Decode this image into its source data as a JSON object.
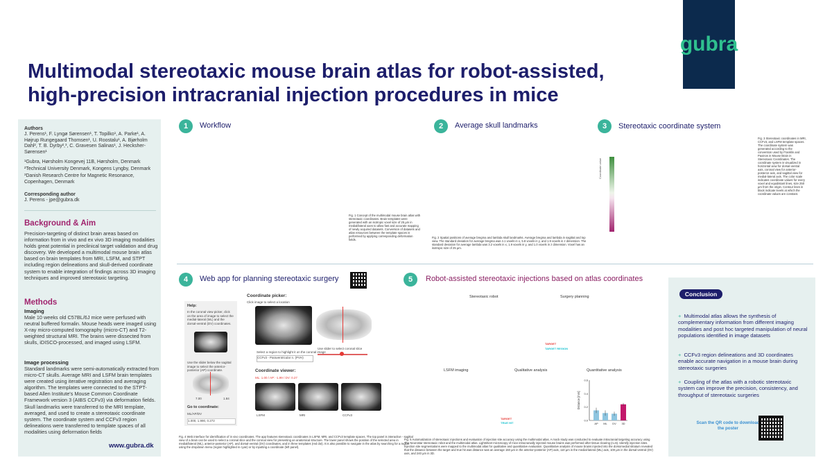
{
  "logo": {
    "text": "gubra"
  },
  "title": {
    "line1": "Multimodal stereotaxic mouse brain atlas for robot-assisted,",
    "line2": "high-precision intracranial injection procedures in mice"
  },
  "authors": {
    "heading": "Authors",
    "names": "J. Perens¹, F. Lyngø Sørensen¹, T. Topilko¹, A. Parke¹, A. Højrup Rungegaard Thomsen¹, U. Roostalu¹, A. Bjørholm Dahl², T. B. Dyrby²,³, C. Gravesen Salinas¹, J. Hecksher-Sørensen¹",
    "aff1": "¹Gubra, Hørsholm Kongevej 11B, Hørsholm, Denmark",
    "aff2": "²Technical University Denmark, Kongens Lyngby, Denmark",
    "aff3": "³Danish Research Centre for Magnetic Resonance, Copenhagen, Denmark",
    "corr_heading": "Corresponding author",
    "corr": "J. Perens - jpe@gubra.dk"
  },
  "background": {
    "heading": "Background & Aim",
    "text": "Precision-targeting of distinct brain areas based on information from in vivo and ex vivo 3D imaging modalities holds great potential in preclinical target validation and drug discovery. We developed a multimodal mouse brain atlas based on brain templates from MRI, LSFM, and STPT including region delineations and skull-derived coordinate system to enable integration of findings across 3D imaging techniques and improved stereotaxic targeting."
  },
  "methods": {
    "heading": "Methods",
    "imaging_heading": "Imaging",
    "imaging_text": "Male 10 weeks old C57BL/6J mice were perfused with neutral buffered formalin. Mouse heads were imaged using X-ray micro-computed tomography (micro-CT) and T2-weighted structural MRI. The brains were dissected from skulls, iDISCO-processed, and imaged using LSFM.",
    "processing_heading": "Image processing",
    "processing_text": "Standard landmarks were semi-automatically extracted from micro-CT skulls. Average MRI and LSFM brain templates were created using iterative registration and averaging algorithm. The templates were connected to the STPT-based Allen Institute's Mouse Common Coordinate Framework version 3 (AIBS CCFv3) via deformation fields. Skull landmarks were transferred to the MRI template, averaged, and used to create a stereotaxic coordinate system. The coordinate system and CCFv3 region delineations were transferred to template spaces of all modalities using deformation fields"
  },
  "website": "www.gubra.dk",
  "sections": {
    "s1": {
      "num": "1",
      "title": "Workflow",
      "caption": "Fig. 1 Concept of the multimodal mouse brain atlas with stereotaxic coordinates. Brain templates were generated with an isotropic voxel size of 25 µm in medial/lateral axes to allow fast and accurate mapping of newly acquired datasets. Conversion of datasets and atlas resources between the template spaces is performed by applying corresponding deformation fields."
    },
    "s2": {
      "num": "2",
      "title": "Average skull landmarks",
      "caption": "Fig. 2 Spatial positions of average bregma and lambda skull landmarks. Average bregma and lambda in sagittal and top view. The standard deviation for average bregma was 4.1 voxels in x, 5.8 voxels in y, and 1.9 voxels in z dimension. The standard deviation for average lambda was 3.2 voxels in x, 1.9 voxels in y, and 1.0 voxels in z dimension. Voxel has an isotropic size of 25 µm."
    },
    "s3": {
      "num": "3",
      "title": "Stereotaxic coordinate system",
      "caption": "Fig. 3 Stereotaxic coordinates in MRI, CCFv3, and LSFM template spaces. The coordinate system was generated according to the convention used by Franklin and Paxinos in Mouse Brain in Stereotaxic Coordinates. The coordinate system is visualized in horizontal view for dorsal-ventral axis, coronal view for anterior-posterior axis, and sagittal view for medial-lateral axis. The color scale indicates coordinate values for every voxel and equidistant lines, size 250 µm from the origin. Contour lines in black indicate levels at which the coordinate values are constant.",
      "colorbar_label": "Coordinate value"
    },
    "s4": {
      "num": "4",
      "title": "Web app for planning stereotaxic surgery",
      "caption": "Fig. 4 Web interface for identification of in vivo coordinates. The app features stereotaxic coordinates in LSFM, MRI, and CCFv3 template spaces. The top panel is interactive - sagittal view of a brain can be used to select a coronal slice and the coronal view for presenting an anatomical structure. The lower panel shows the position of the selected area in medial/lateral (ML), anterior-posterior (AP), and dorsal-ventral (DV) coordinates, and in three templates (red dot). It is also possible to navigate in the atlas by searching for a region using the dropdown menu (region highlighted in cyan) or by inputting a coordinate (left panel)."
    },
    "s5": {
      "num": "5",
      "title": "Robot-assisted stereotaxic injections based on atlas coordinates",
      "caption": "Fig. 5 Automatization of stereotaxic injections and evaluation of injection site accuracy using the multimodal atlas. A mock study was conducted to evaluate intracranial targeting accuracy using The Neurostar stereotaxic robot and the multimodal atlas. Lightsheet microscopy of mice intracranially injected mouse brains was performed after tissue clearing (n=6). Identify injection sites. Injection site segmentations were mapped to the multimodal atlas for qualitative and quantitative evaluation. Quantitative analysis of mouse brains injected into the dorsomedial striatum revealed that the distance between the target and true hit was distance was an average 150 µm in the anterior-posterior (AP) axis, 110 µm in the medial-lateral (ML) axis, 100 µm in the dorsal-ventral (DV) axis, and 240 µm in 3D."
    }
  },
  "webapp": {
    "help": "Help:",
    "help_text1": "In the coronal view picker, click on the area of image to select the medial-lateral (ML) and the dorsal-ventral (DV) coordinates.",
    "help_text2": "Use the slider below the sagittal image to select the anterior-posterior (AP) coordinate.",
    "goto": "Go to coordinate:",
    "goto_hint": "ML/AP/DV",
    "goto_value": "1.000, 1.990, 0.272",
    "slider_min": "7.00",
    "slider_max": "1.84",
    "picker_title": "Coordinate picker:",
    "picker_sub": "Click image to select a location",
    "search_label": "Select a region to highlight it on the coronal image",
    "search_value": "CCFv3 - Paraventricular n. (PVH)",
    "slider_label": "Use slider to select coronal slice",
    "viewer_title": "Coordinate viewer:",
    "viewer_coords": "ML: 1.00 / AP: -1.99 / DV: 0.27",
    "tmpl1": "LSFM",
    "tmpl2": "MRI",
    "tmpl3": "CCFv3"
  },
  "robot": {
    "stereo_label": "Stereotaxic robot",
    "surgery_label": "Surgery planning",
    "target_label": "TARGET",
    "target_region": "TARGET REGION",
    "lsfm_label": "LSFM imaging",
    "qual_label": "Qualitative analysis",
    "quant_label": "Quantitative analysis",
    "target_small": "TARGET",
    "true_hit": "TRUE HIT"
  },
  "chart_data": {
    "type": "bar",
    "categories": [
      "AP",
      "ML",
      "DV",
      "3D"
    ],
    "values": [
      0.15,
      0.11,
      0.1,
      0.24
    ],
    "errors": [
      0.04,
      0.04,
      0.03,
      0.02
    ],
    "ylabel": "Distance [mm]",
    "ylim": [
      0,
      0.6
    ],
    "yticks": [
      "0.6",
      "0.4",
      "0.2",
      "0.0"
    ],
    "colors": [
      "#8ec5e0",
      "#8ec5e0",
      "#8ec5e0",
      "#c2186b"
    ]
  },
  "conclusion": {
    "heading": "Conclusion",
    "items": [
      "Multimodal atlas allows the synthesis of complementary information from different imaging modalities and post hoc targeted manipulation of neural populations identified in image datasets",
      "CCFv3 region delineations and 3D coordinates enable accurate navigation in a mouse brain during stereotaxic surgeries",
      "Coupling of the atlas with a robotic stereotaxic system can improve the precision, consistency, and throughput of stereotaxic surgeries"
    ],
    "qr_text": "Scan the QR code to download the poster"
  }
}
